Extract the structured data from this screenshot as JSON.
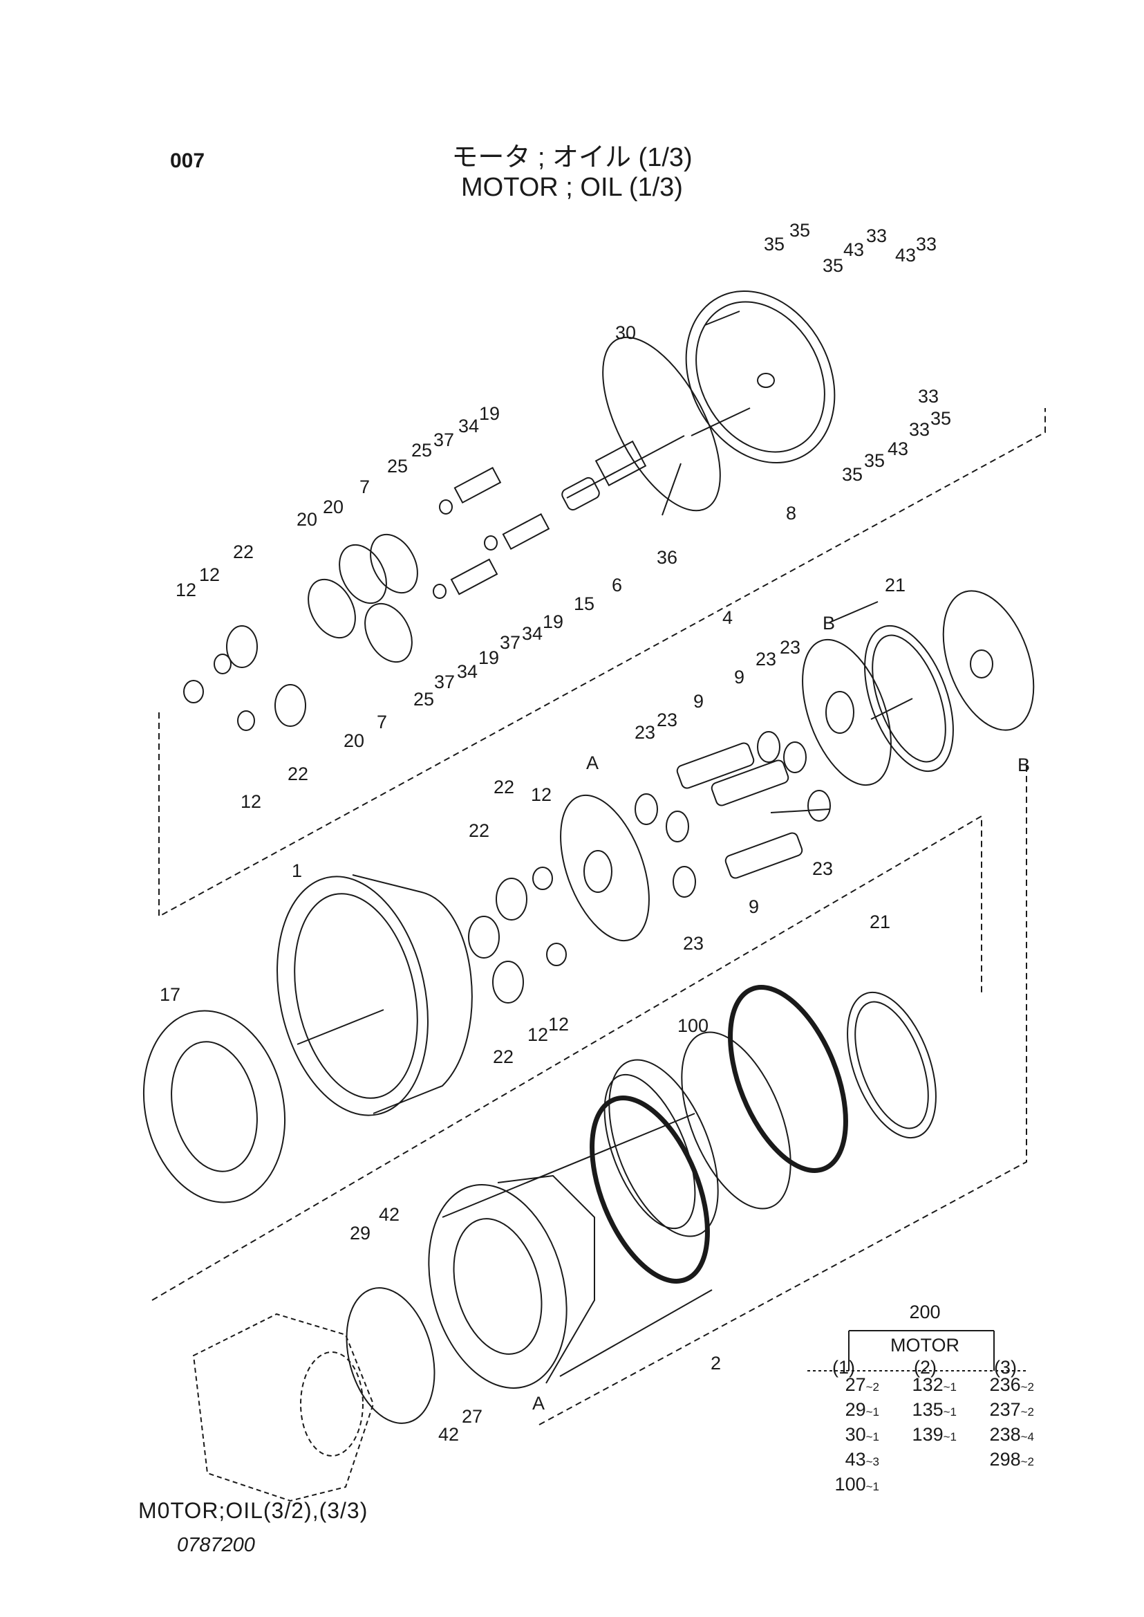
{
  "header": {
    "page_number": "007",
    "title_jp": "モータ ; オイル (1/3)",
    "title_en": "MOTOR ; OIL (1/3)"
  },
  "footer": {
    "reference": "M0TOR;OIL(3/2),(3/3)",
    "document_code": "0787200"
  },
  "assembly": {
    "number": "200",
    "name": "MOTOR",
    "columns": [
      "(1)",
      "(2)",
      "(3)"
    ],
    "col1": [
      [
        "27",
        "~2"
      ],
      [
        "29",
        "~1"
      ],
      [
        "30",
        "~1"
      ],
      [
        "43",
        "~3"
      ],
      [
        "100",
        "~1"
      ]
    ],
    "col2": [
      [
        "132",
        "~1"
      ],
      [
        "135",
        "~1"
      ],
      [
        "139",
        "~1"
      ]
    ],
    "col3": [
      [
        "236",
        "~2"
      ],
      [
        "237",
        "~2"
      ],
      [
        "238",
        "~4"
      ],
      [
        "298",
        "~2"
      ]
    ]
  },
  "callouts": [
    "35",
    "35",
    "35",
    "43",
    "33",
    "43",
    "33",
    "30",
    "35",
    "33",
    "33",
    "35",
    "43",
    "35",
    "35",
    "8",
    "36",
    "6",
    "15",
    "19",
    "34",
    "37",
    "25",
    "25",
    "7",
    "20",
    "20",
    "22",
    "12",
    "12",
    "7",
    "19",
    "34",
    "37",
    "25",
    "19",
    "34",
    "37",
    "25",
    "7",
    "20",
    "22",
    "12",
    "4",
    "B",
    "21",
    "A",
    "23",
    "23",
    "9",
    "9",
    "23",
    "23",
    "B",
    "22",
    "22",
    "12",
    "23",
    "9",
    "23",
    "1",
    "22",
    "12",
    "12",
    "17",
    "100",
    "21",
    "42",
    "29",
    "27",
    "42",
    "A",
    "2"
  ]
}
